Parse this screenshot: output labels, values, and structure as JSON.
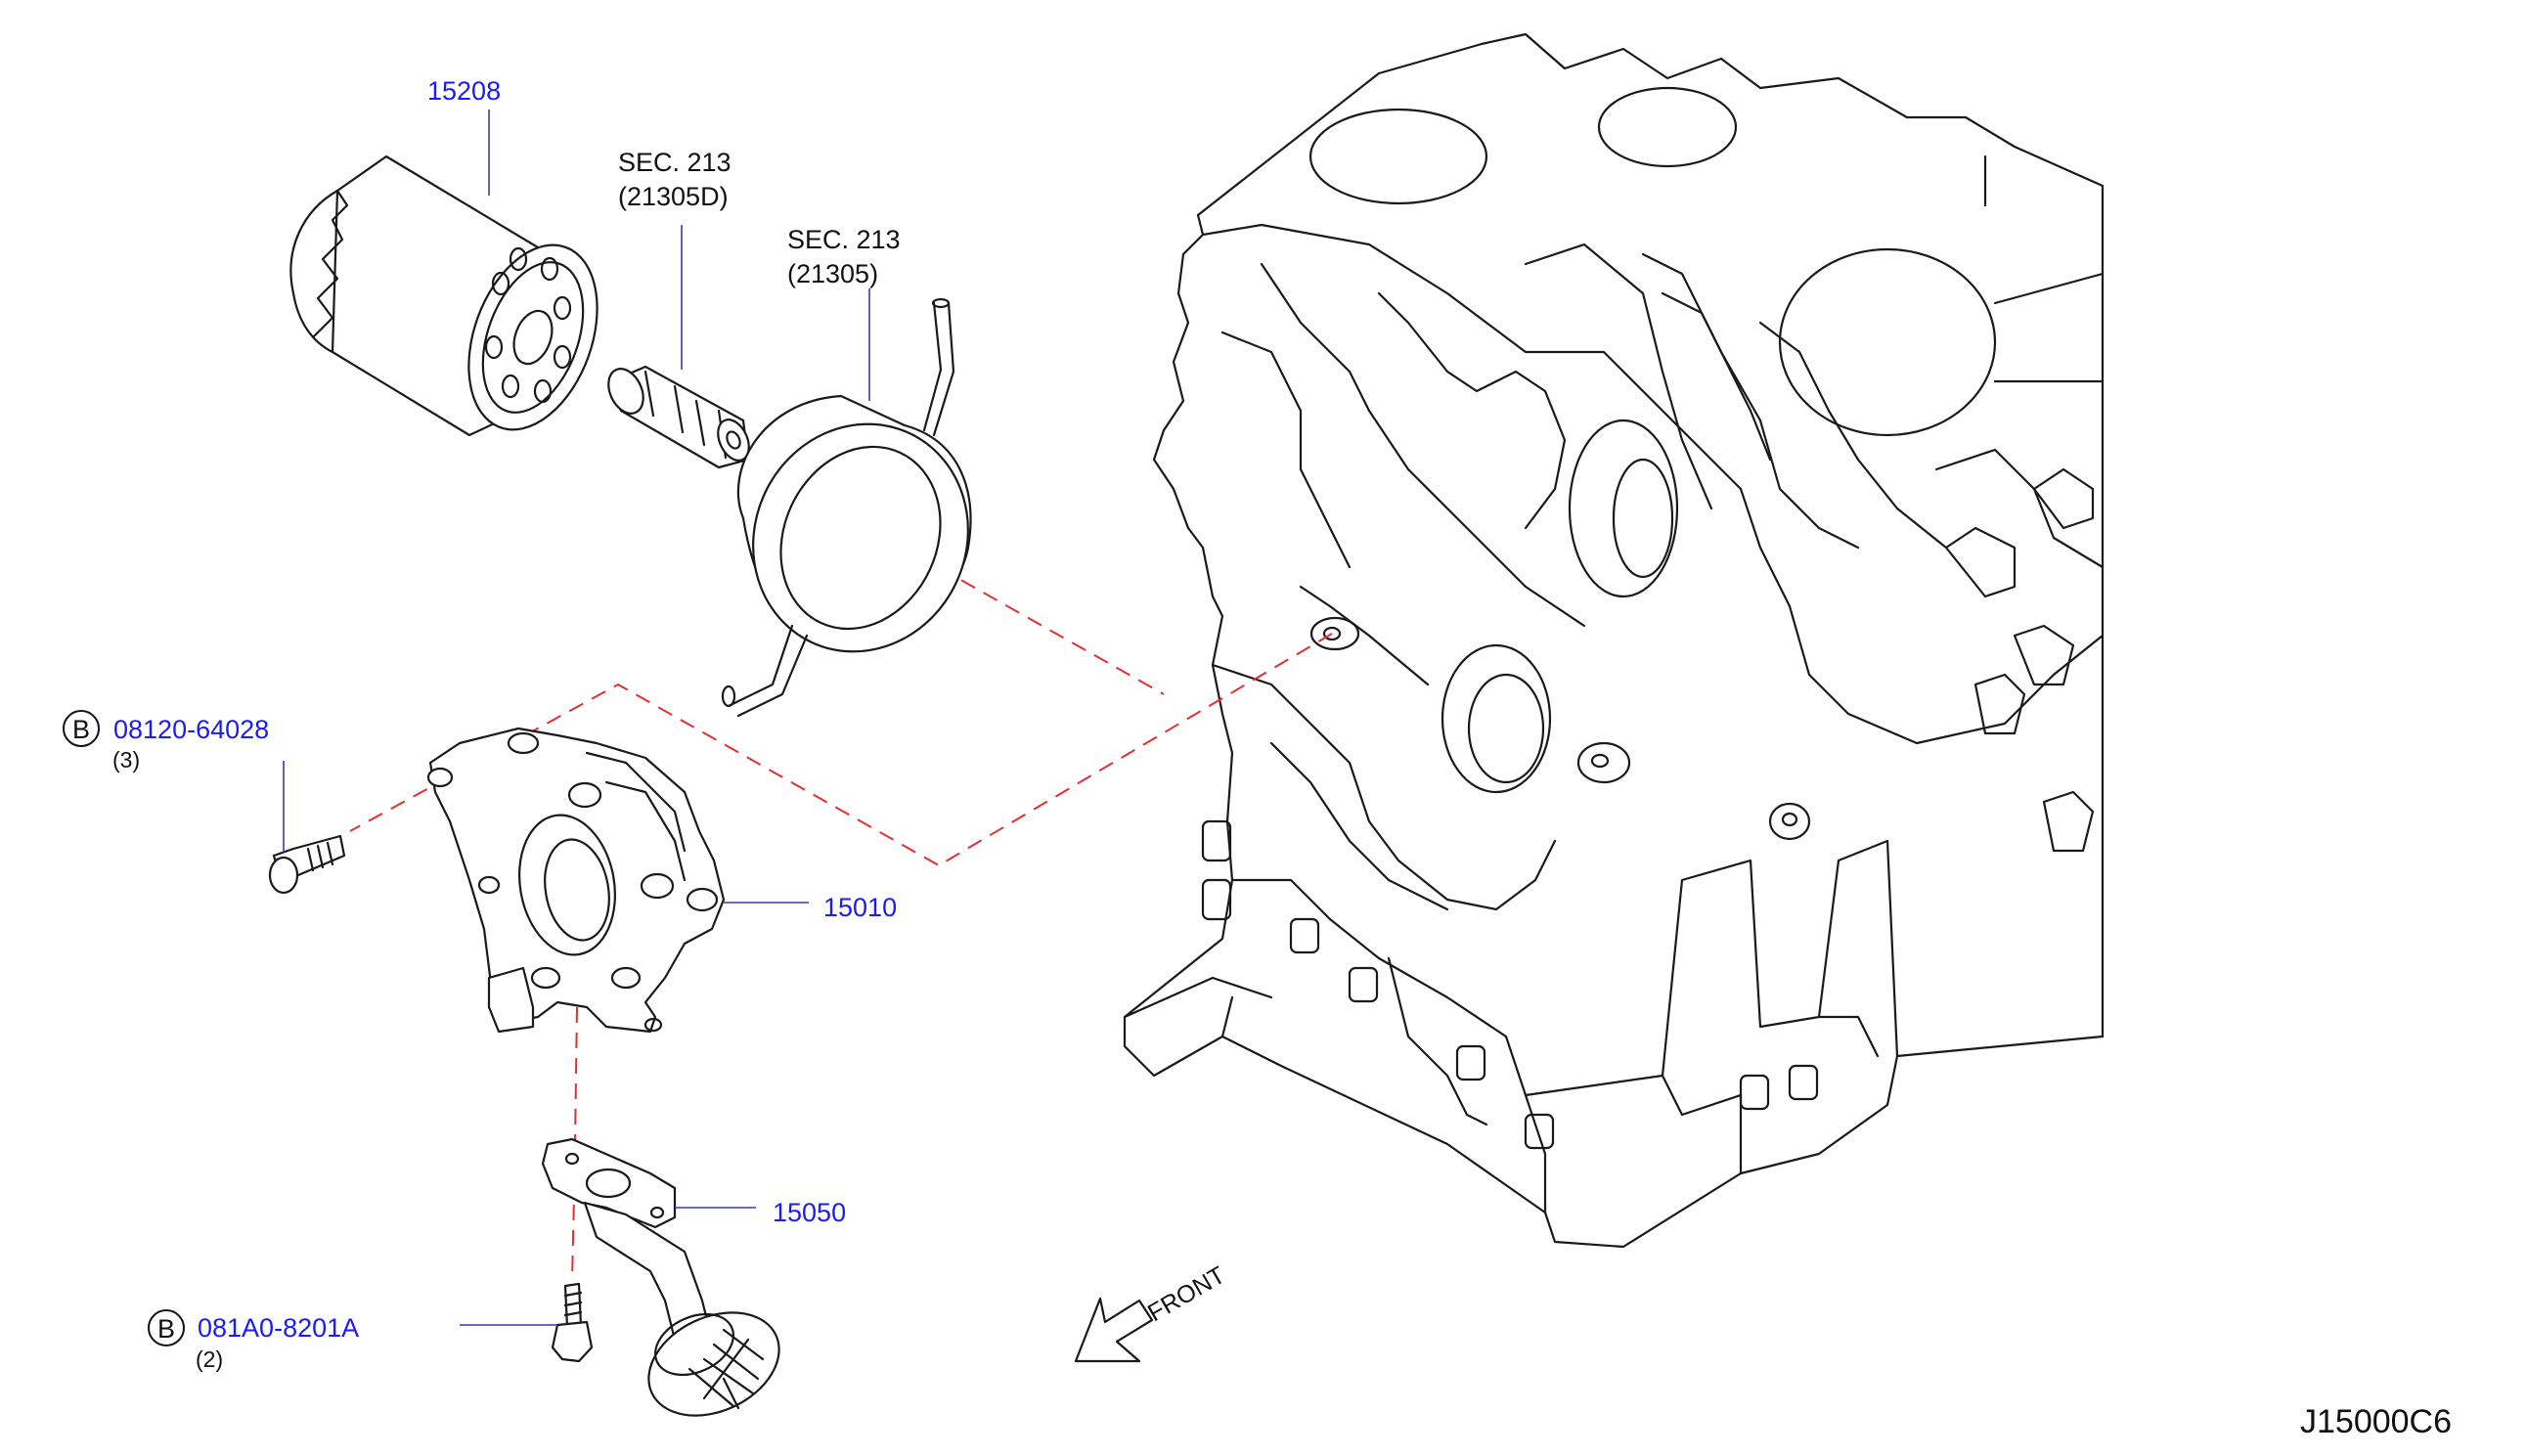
{
  "diagram": {
    "code": "J15000C6",
    "front_label": "FRONT",
    "colors": {
      "part_number": "#1a1aff",
      "ref_line": "#e03030",
      "drawing": "#1a1a1a"
    },
    "callouts": {
      "filter": "15208",
      "sec_a_1": "SEC.   213",
      "sec_a_2": "(21305D)",
      "sec_b_1": "SEC.   213",
      "sec_b_2": "(21305)",
      "bolt_a_badge": "B",
      "bolt_a_part": "08120-64028",
      "bolt_a_qty": "(3)",
      "pump": "15010",
      "strainer": "15050",
      "bolt_b_badge": "B",
      "bolt_b_part": "081A0-8201A",
      "bolt_b_qty": "(2)"
    },
    "icons": [
      "oil-filter-icon",
      "connector-icon",
      "oil-cooler-icon",
      "oil-pump-icon",
      "strainer-icon",
      "bolt-icon",
      "engine-block-icon",
      "front-arrow-icon"
    ]
  }
}
